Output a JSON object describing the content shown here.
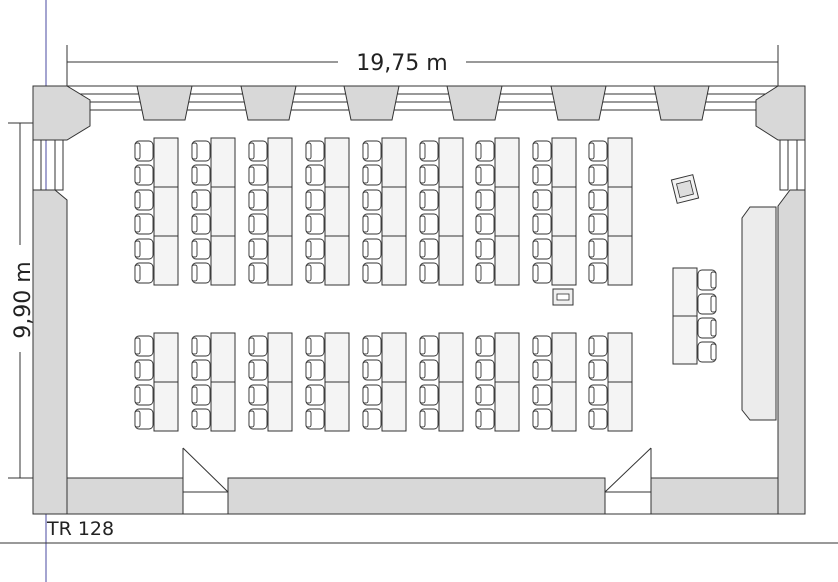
{
  "room": {
    "width_label": "19,75 m",
    "depth_label": "9,90 m",
    "room_code": "TR 128"
  },
  "layout": {
    "seating_blocks": 2,
    "columns_per_block": 9,
    "desk_rows_per_block": [
      3,
      2
    ],
    "seats_per_desk": 2,
    "lectern_seats": 4
  },
  "colors": {
    "wall_fill": "#d8d8d8",
    "line": "#333333",
    "guide_line": "#4a4aa0",
    "background": "#ffffff"
  }
}
